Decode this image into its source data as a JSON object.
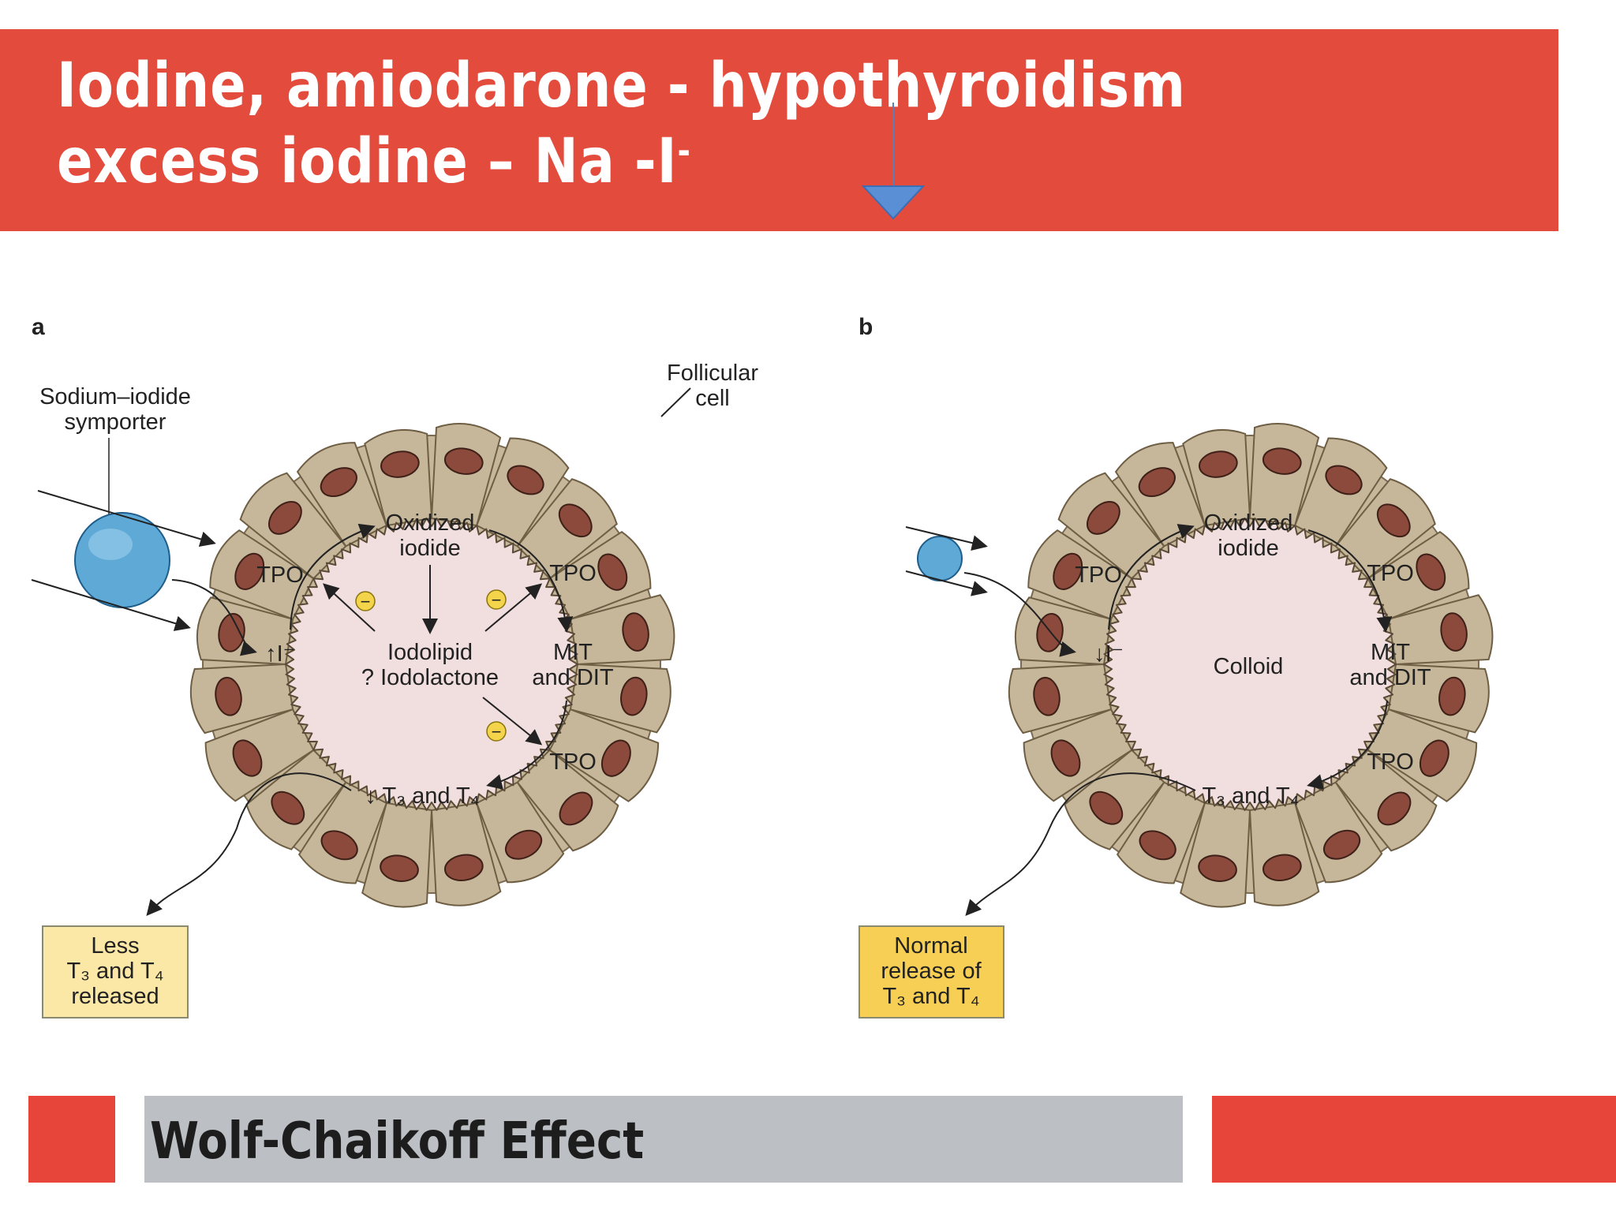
{
  "header": {
    "line1": "Iodine, amiodarone  - hypothyroidism",
    "line2": "excess iodine –  Na -I",
    "line2_sup": "-"
  },
  "footer": {
    "title": "Wolf-Chaikoff Effect"
  },
  "colors": {
    "banner": "#e34b3d",
    "accent": "#e8453a",
    "footer_bar": "#bcc0c4",
    "cell": "#c6b79a",
    "nucleus": "#8b4a3c",
    "colloid": "#f1dede",
    "box_a": "#fbe7a6",
    "box_b": "#f7cf55",
    "arrow_marker": "#5a8fd6"
  },
  "panel_a": {
    "letter": "a",
    "follicular_cell": [
      "Follicular",
      "cell"
    ],
    "symporter": [
      "Sodium–iodide",
      "symporter"
    ],
    "oxidized": [
      "Oxidized",
      "iodide"
    ],
    "tpo": "TPO",
    "iodide": "↑I⁻",
    "iodolipid": [
      "Iodolipid",
      "? Iodolactone"
    ],
    "mit": [
      "MIT",
      "and DIT"
    ],
    "t3t4": "↓ T₃ and T₄",
    "inhibit": "−",
    "box": [
      "Less",
      "T₃ and T₄",
      "released"
    ]
  },
  "panel_b": {
    "letter": "b",
    "oxidized": [
      "Oxidized",
      "iodide"
    ],
    "tpo": "TPO",
    "iodide": "↓I⁻",
    "colloid": "Colloid",
    "mit": [
      "MIT",
      "and DIT"
    ],
    "t3t4": "T₃ and T₄",
    "box": [
      "Normal",
      "release of",
      "T₃ and T₄"
    ]
  }
}
